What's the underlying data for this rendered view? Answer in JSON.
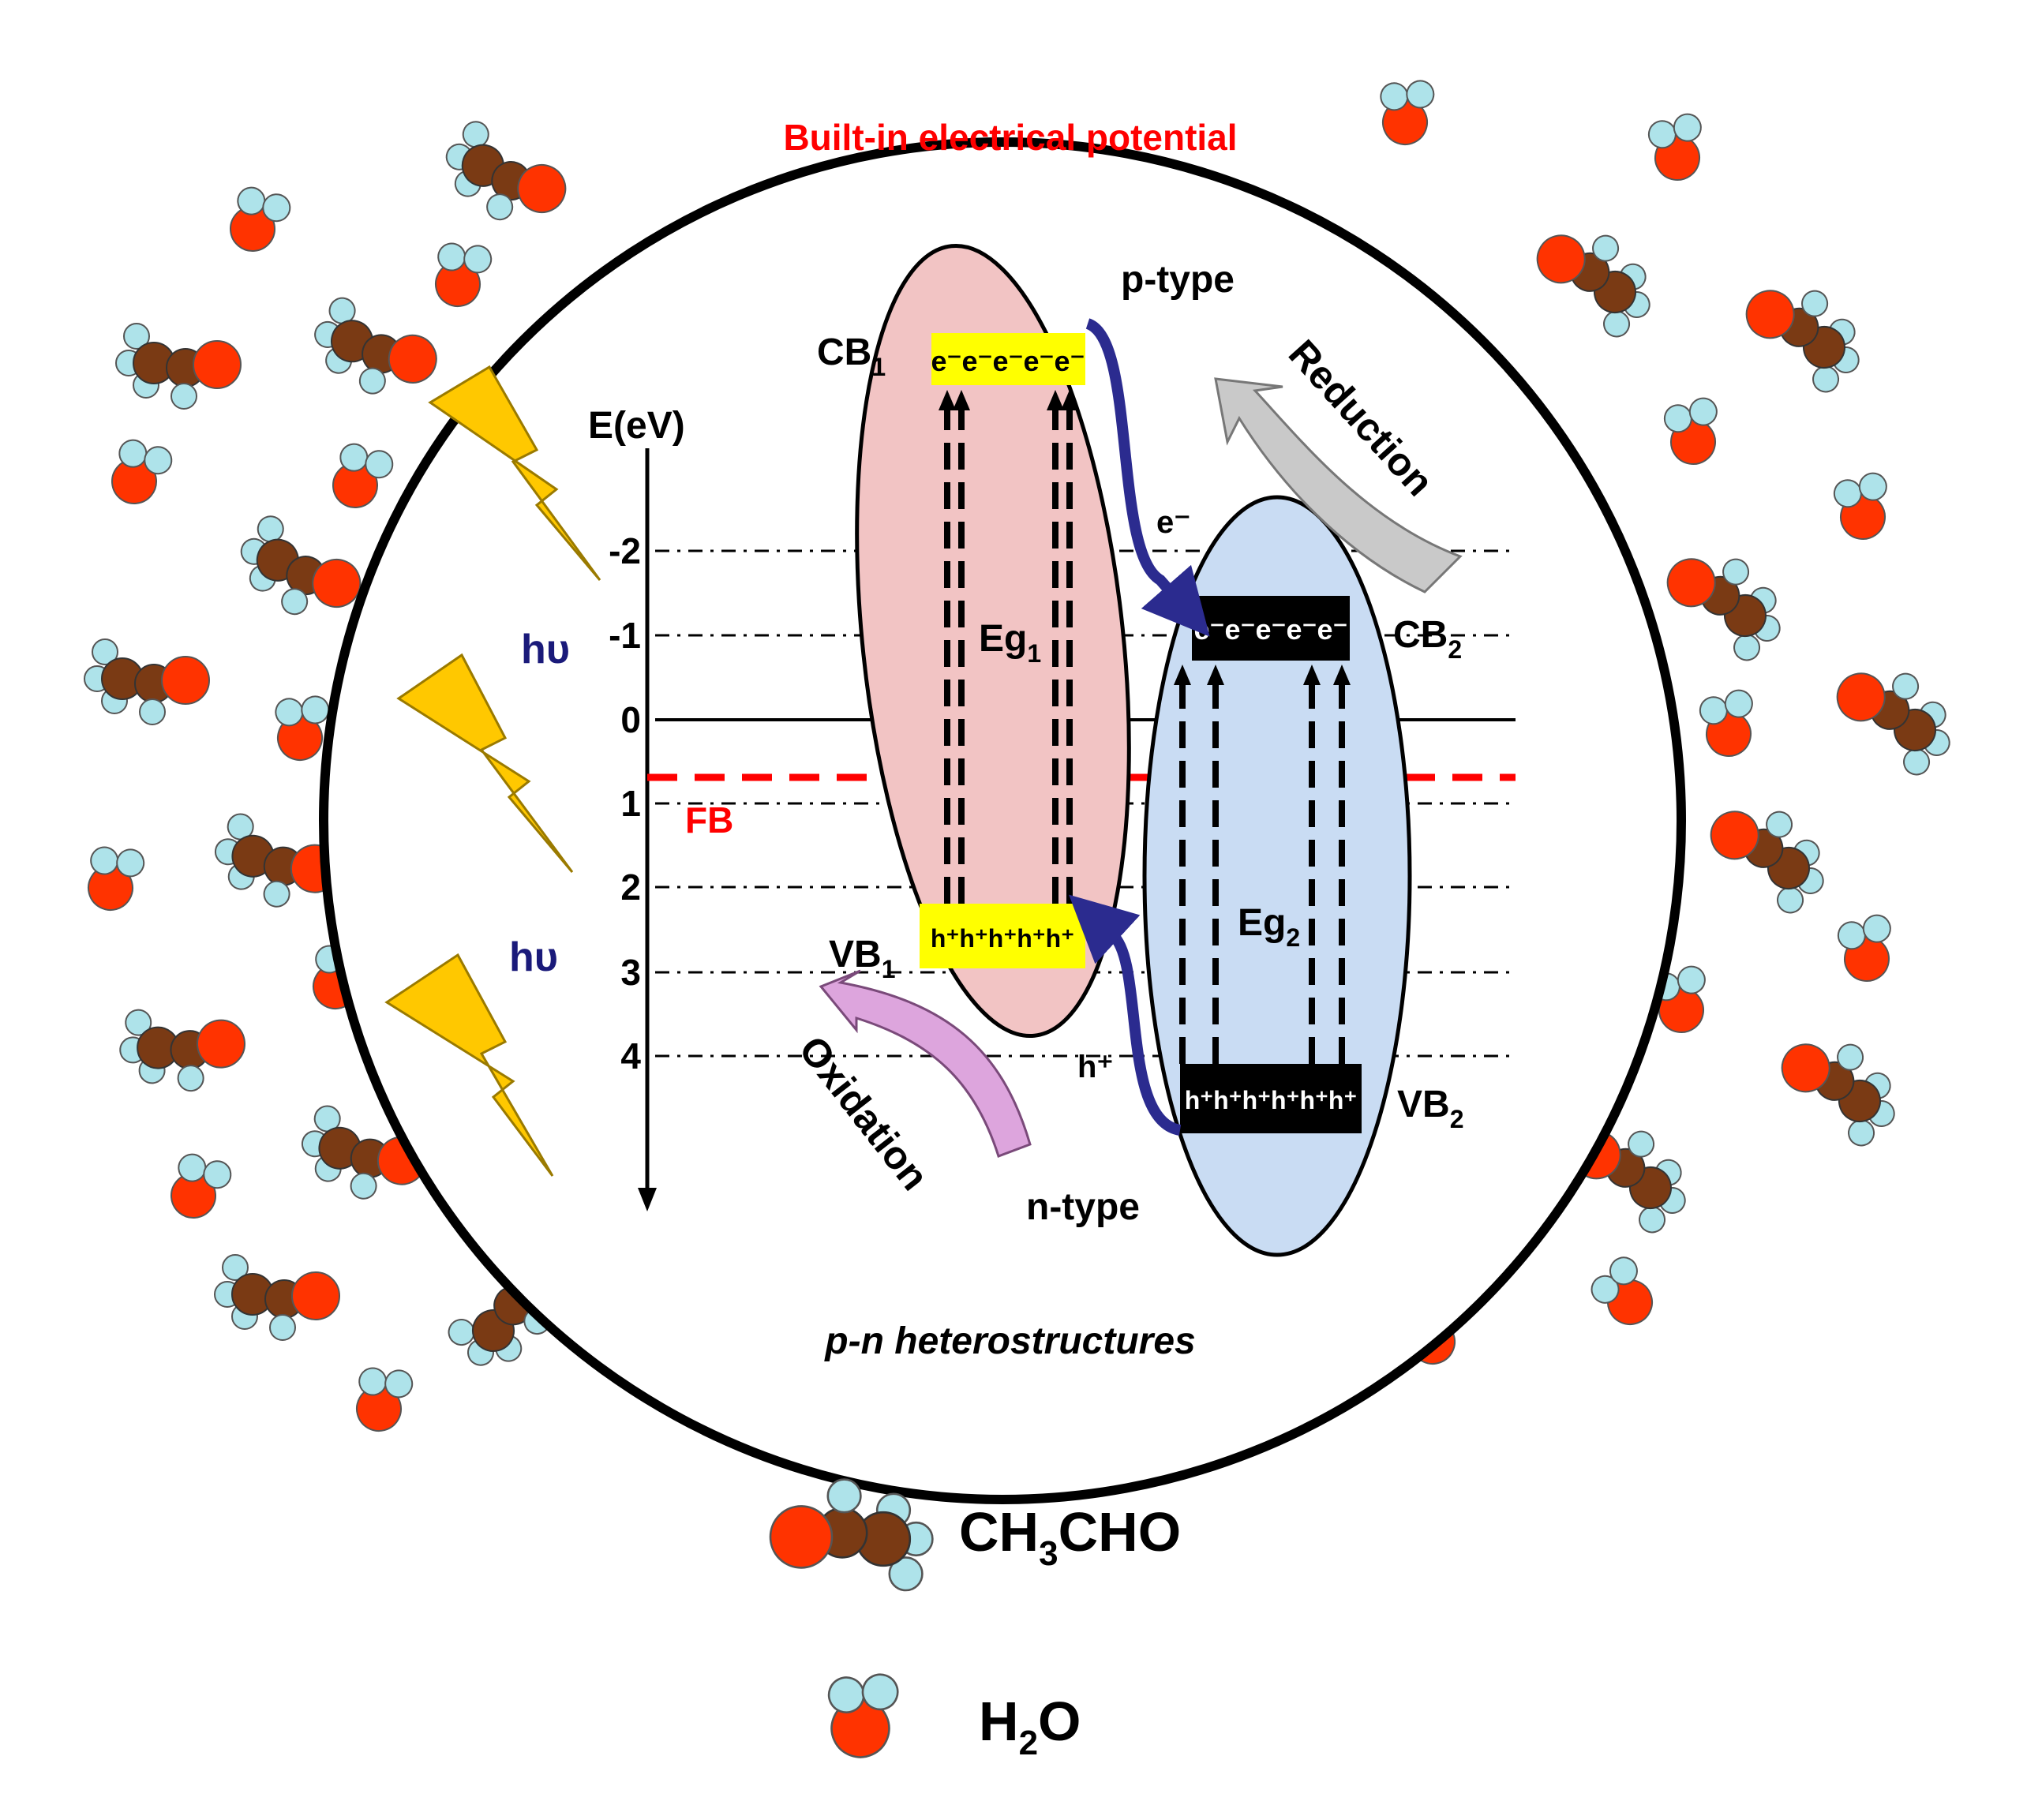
{
  "diagram": {
    "title": "Built-in electrical potential",
    "caption": "p-n heterostructures",
    "axis": {
      "label": "E(eV)",
      "ticks": [
        "-2",
        "-1",
        "0",
        "1",
        "2",
        "3",
        "4"
      ]
    },
    "fermi_label": "FB",
    "light_labels": [
      "hυ",
      "hυ"
    ],
    "p_type": {
      "label": "p-type",
      "cb": {
        "name": "CB",
        "sub": "1"
      },
      "vb": {
        "name": "VB",
        "sub": "1"
      },
      "gap": {
        "name": "Eg",
        "sub": "1"
      },
      "electrons": "e⁻e⁻e⁻e⁻e⁻",
      "holes": "h⁺h⁺h⁺h⁺h⁺"
    },
    "n_type": {
      "label": "n-type",
      "cb": {
        "name": "CB",
        "sub": "2"
      },
      "vb": {
        "name": "VB",
        "sub": "2"
      },
      "gap": {
        "name": "Eg",
        "sub": "2"
      },
      "electrons": "e⁻e⁻e⁻e⁻e⁻",
      "holes": "h⁺h⁺h⁺h⁺h⁺h⁺"
    },
    "transfer_labels": {
      "electron": "e⁻",
      "hole": "h⁺"
    },
    "reduction": "Reduction",
    "oxidation": "Oxidation",
    "legend": [
      {
        "prefix": "CH",
        "sub": "3",
        "suffix": "CHO"
      },
      {
        "prefix": "H",
        "sub": "2",
        "suffix": "O"
      }
    ],
    "colors": {
      "title": "#ff0000",
      "fermi": "#ff0000",
      "hv": "#1a1a7a",
      "transfer_arrow": "#2b2b8f",
      "p_ellipse": "#f2c4c4",
      "n_ellipse": "#c9dcf3",
      "lightning": "#ffc800",
      "oxygen": "#ff3300",
      "carbon": "#7a3a14",
      "hydrogen": "#aee3ea",
      "yellow_box": "#ffff00"
    }
  }
}
